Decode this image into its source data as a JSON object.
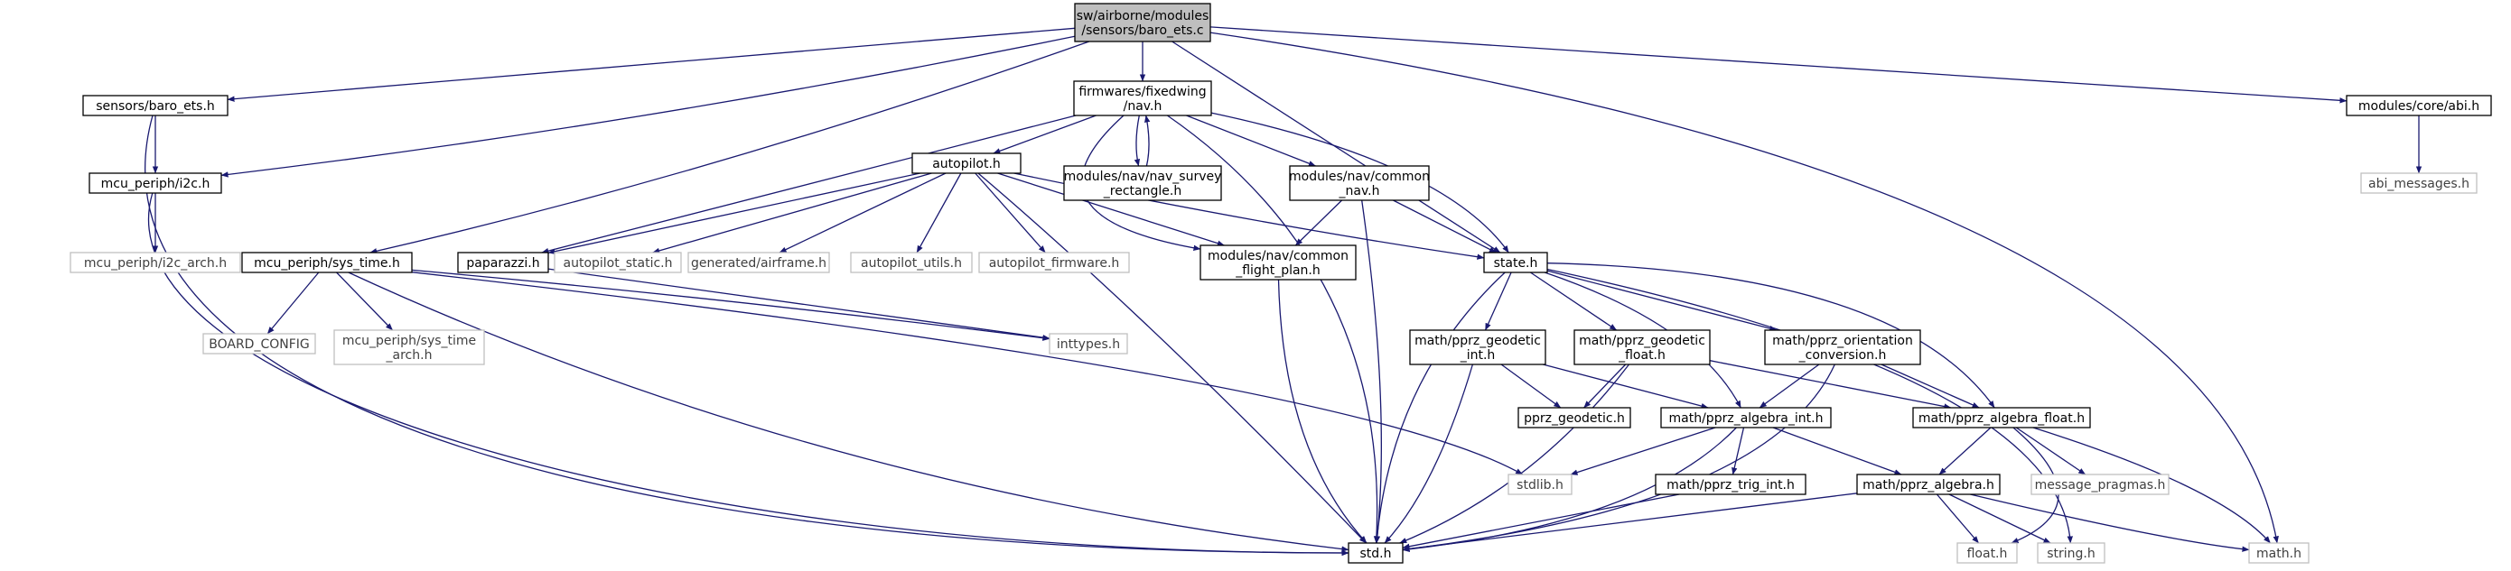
{
  "colors": {
    "edge": "#191970",
    "node_border": "#000000",
    "node_border_missing": "#bfbfbf",
    "node_fill": "#ffffff",
    "root_fill": "#bfbfbf",
    "text": "#000000",
    "text_missing": "#404040"
  },
  "nodes": [
    {
      "id": "baro_ets_c",
      "lines": [
        "sw/airborne/modules",
        "/sensors/baro_ets.c"
      ],
      "kind": "root"
    },
    {
      "id": "sensors_baro_ets_h",
      "lines": [
        "sensors/baro_ets.h"
      ],
      "kind": "file"
    },
    {
      "id": "fixedwing_nav_h",
      "lines": [
        "firmwares/fixedwing",
        "/nav.h"
      ],
      "kind": "file"
    },
    {
      "id": "core_abi_h",
      "lines": [
        "modules/core/abi.h"
      ],
      "kind": "file"
    },
    {
      "id": "abi_messages_h",
      "lines": [
        "abi_messages.h"
      ],
      "kind": "missing"
    },
    {
      "id": "i2c_h",
      "lines": [
        "mcu_periph/i2c.h"
      ],
      "kind": "file"
    },
    {
      "id": "nav_survey_h",
      "lines": [
        "modules/nav/nav_survey",
        "_rectangle.h"
      ],
      "kind": "file"
    },
    {
      "id": "common_nav_h",
      "lines": [
        "modules/nav/common",
        "_nav.h"
      ],
      "kind": "file"
    },
    {
      "id": "autopilot_h",
      "lines": [
        "autopilot.h"
      ],
      "kind": "file"
    },
    {
      "id": "i2c_arch_h",
      "lines": [
        "mcu_periph/i2c_arch.h"
      ],
      "kind": "missing"
    },
    {
      "id": "sys_time_h",
      "lines": [
        "mcu_periph/sys_time.h"
      ],
      "kind": "file"
    },
    {
      "id": "paparazzi_h",
      "lines": [
        "paparazzi.h"
      ],
      "kind": "file"
    },
    {
      "id": "autopilot_static_h",
      "lines": [
        "autopilot_static.h"
      ],
      "kind": "missing"
    },
    {
      "id": "airframe_h",
      "lines": [
        "generated/airframe.h"
      ],
      "kind": "missing"
    },
    {
      "id": "autopilot_utils_h",
      "lines": [
        "autopilot_utils.h"
      ],
      "kind": "missing"
    },
    {
      "id": "autopilot_firmware_h",
      "lines": [
        "autopilot_firmware.h"
      ],
      "kind": "missing"
    },
    {
      "id": "common_flight_plan_h",
      "lines": [
        "modules/nav/common",
        "_flight_plan.h"
      ],
      "kind": "file"
    },
    {
      "id": "state_h",
      "lines": [
        "state.h"
      ],
      "kind": "file"
    },
    {
      "id": "board_config",
      "lines": [
        "BOARD_CONFIG"
      ],
      "kind": "missing"
    },
    {
      "id": "sys_time_arch_h",
      "lines": [
        "mcu_periph/sys_time",
        "_arch.h"
      ],
      "kind": "missing"
    },
    {
      "id": "inttypes_h",
      "lines": [
        "inttypes.h"
      ],
      "kind": "missing"
    },
    {
      "id": "geodetic_int_h",
      "lines": [
        "math/pprz_geodetic",
        "_int.h"
      ],
      "kind": "file"
    },
    {
      "id": "geodetic_float_h",
      "lines": [
        "math/pprz_geodetic",
        "_float.h"
      ],
      "kind": "file"
    },
    {
      "id": "orientation_h",
      "lines": [
        "math/pprz_orientation",
        "_conversion.h"
      ],
      "kind": "file"
    },
    {
      "id": "pprz_geodetic_h",
      "lines": [
        "pprz_geodetic.h"
      ],
      "kind": "file"
    },
    {
      "id": "algebra_int_h",
      "lines": [
        "math/pprz_algebra_int.h"
      ],
      "kind": "file"
    },
    {
      "id": "algebra_float_h",
      "lines": [
        "math/pprz_algebra_float.h"
      ],
      "kind": "file"
    },
    {
      "id": "stdlib_h",
      "lines": [
        "stdlib.h"
      ],
      "kind": "missing"
    },
    {
      "id": "trig_int_h",
      "lines": [
        "math/pprz_trig_int.h"
      ],
      "kind": "file"
    },
    {
      "id": "algebra_h",
      "lines": [
        "math/pprz_algebra.h"
      ],
      "kind": "file"
    },
    {
      "id": "message_pragmas_h",
      "lines": [
        "message_pragmas.h"
      ],
      "kind": "missing"
    },
    {
      "id": "std_h",
      "lines": [
        "std.h"
      ],
      "kind": "file"
    },
    {
      "id": "float_h",
      "lines": [
        "float.h"
      ],
      "kind": "missing"
    },
    {
      "id": "string_h",
      "lines": [
        "string.h"
      ],
      "kind": "missing"
    },
    {
      "id": "math_h",
      "lines": [
        "math.h"
      ],
      "kind": "missing"
    }
  ],
  "edges": [
    [
      "baro_ets_c",
      "sensors_baro_ets_h"
    ],
    [
      "baro_ets_c",
      "i2c_h"
    ],
    [
      "baro_ets_c",
      "fixedwing_nav_h"
    ],
    [
      "baro_ets_c",
      "sys_time_h"
    ],
    [
      "baro_ets_c",
      "state_h"
    ],
    [
      "baro_ets_c",
      "core_abi_h"
    ],
    [
      "baro_ets_c",
      "math_h"
    ],
    [
      "sensors_baro_ets_h",
      "i2c_h"
    ],
    [
      "sensors_baro_ets_h",
      "std_h"
    ],
    [
      "i2c_h",
      "i2c_arch_h"
    ],
    [
      "i2c_h",
      "std_h"
    ],
    [
      "core_abi_h",
      "abi_messages_h"
    ],
    [
      "fixedwing_nav_h",
      "autopilot_h"
    ],
    [
      "fixedwing_nav_h",
      "nav_survey_h"
    ],
    [
      "nav_survey_h",
      "fixedwing_nav_h"
    ],
    [
      "fixedwing_nav_h",
      "common_nav_h"
    ],
    [
      "fixedwing_nav_h",
      "paparazzi_h"
    ],
    [
      "fixedwing_nav_h",
      "state_h"
    ],
    [
      "fixedwing_nav_h",
      "common_flight_plan_h"
    ],
    [
      "fixedwing_nav_h",
      "std_h"
    ],
    [
      "autopilot_h",
      "paparazzi_h"
    ],
    [
      "autopilot_h",
      "autopilot_static_h"
    ],
    [
      "autopilot_h",
      "airframe_h"
    ],
    [
      "autopilot_h",
      "autopilot_utils_h"
    ],
    [
      "autopilot_h",
      "autopilot_firmware_h"
    ],
    [
      "autopilot_h",
      "common_flight_plan_h"
    ],
    [
      "autopilot_h",
      "state_h"
    ],
    [
      "autopilot_h",
      "std_h"
    ],
    [
      "common_nav_h",
      "common_flight_plan_h"
    ],
    [
      "common_nav_h",
      "state_h"
    ],
    [
      "common_nav_h",
      "std_h"
    ],
    [
      "common_flight_plan_h",
      "std_h"
    ],
    [
      "sys_time_h",
      "board_config"
    ],
    [
      "sys_time_h",
      "sys_time_arch_h"
    ],
    [
      "sys_time_h",
      "inttypes_h"
    ],
    [
      "sys_time_h",
      "stdlib_h"
    ],
    [
      "sys_time_h",
      "std_h"
    ],
    [
      "paparazzi_h",
      "inttypes_h"
    ],
    [
      "state_h",
      "geodetic_int_h"
    ],
    [
      "state_h",
      "geodetic_float_h"
    ],
    [
      "state_h",
      "orientation_h"
    ],
    [
      "state_h",
      "algebra_int_h"
    ],
    [
      "state_h",
      "algebra_float_h"
    ],
    [
      "state_h",
      "std_h"
    ],
    [
      "state_h",
      "string_h"
    ],
    [
      "geodetic_int_h",
      "pprz_geodetic_h"
    ],
    [
      "geodetic_int_h",
      "algebra_int_h"
    ],
    [
      "geodetic_int_h",
      "std_h"
    ],
    [
      "geodetic_float_h",
      "pprz_geodetic_h"
    ],
    [
      "geodetic_float_h",
      "algebra_float_h"
    ],
    [
      "geodetic_float_h",
      "std_h"
    ],
    [
      "orientation_h",
      "algebra_int_h"
    ],
    [
      "orientation_h",
      "algebra_float_h"
    ],
    [
      "orientation_h",
      "std_h"
    ],
    [
      "algebra_int_h",
      "stdlib_h"
    ],
    [
      "algebra_int_h",
      "trig_int_h"
    ],
    [
      "algebra_int_h",
      "algebra_h"
    ],
    [
      "algebra_int_h",
      "std_h"
    ],
    [
      "trig_int_h",
      "std_h"
    ],
    [
      "algebra_float_h",
      "algebra_h"
    ],
    [
      "algebra_float_h",
      "message_pragmas_h"
    ],
    [
      "algebra_float_h",
      "float_h"
    ],
    [
      "algebra_float_h",
      "math_h"
    ],
    [
      "algebra_h",
      "std_h"
    ],
    [
      "algebra_h",
      "float_h"
    ],
    [
      "algebra_h",
      "string_h"
    ],
    [
      "algebra_h",
      "math_h"
    ]
  ]
}
